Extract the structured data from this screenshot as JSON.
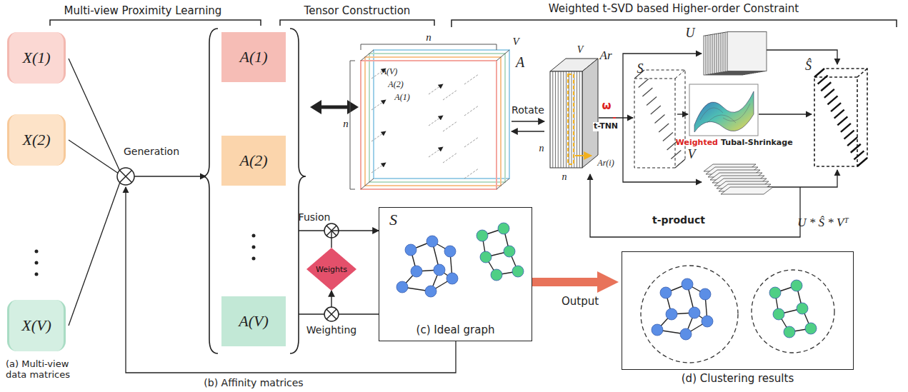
{
  "diagram": {
    "nodes": [
      {
        "text": [
          "X(1)"
        ]
      },
      {
        "text": [
          "X(2)"
        ]
      },
      {
        "text": [
          "X(V)"
        ]
      },
      {
        "text": [
          "A(1)"
        ]
      },
      {
        "text": [
          "A(2)"
        ]
      },
      {
        "text": [
          "A(V)"
        ]
      },
      {
        "text": [
          "Weights"
        ]
      },
      {
        "text": [
          "S",
          "(c) Ideal graph"
        ]
      },
      {
        "text": [
          "(d) Clustering results"
        ]
      }
    ],
    "edges": [
      {
        "from": 7,
        "to": 8,
        "arrow": "to",
        "label": "Output"
      },
      {
        "from": 7,
        "to": 6,
        "arrow": "to",
        "label": "Weighting"
      },
      {
        "from": 6,
        "to": 7,
        "arrow": "to",
        "label": "Fusion"
      }
    ],
    "labels": [
      "Multi-view Proximity Learning",
      "Tensor Construction",
      "Weighted t-SVD based Higher-order Constraint",
      "Generation",
      "(a) Multi-view data matrices",
      "(b) Affinity matrices",
      "n",
      "n",
      "V",
      "A(V)",
      "A(2)",
      "A(1)",
      "A",
      "Rotate",
      "V",
      "n",
      "n",
      "Ar",
      "Ar(i)",
      "ω",
      "t-TNN",
      "S",
      "U",
      "Weighted",
      "Tubal-Shrinkage",
      "V",
      "Ŝ",
      "t-product",
      "U * Ŝ * Vᵀ"
    ]
  }
}
